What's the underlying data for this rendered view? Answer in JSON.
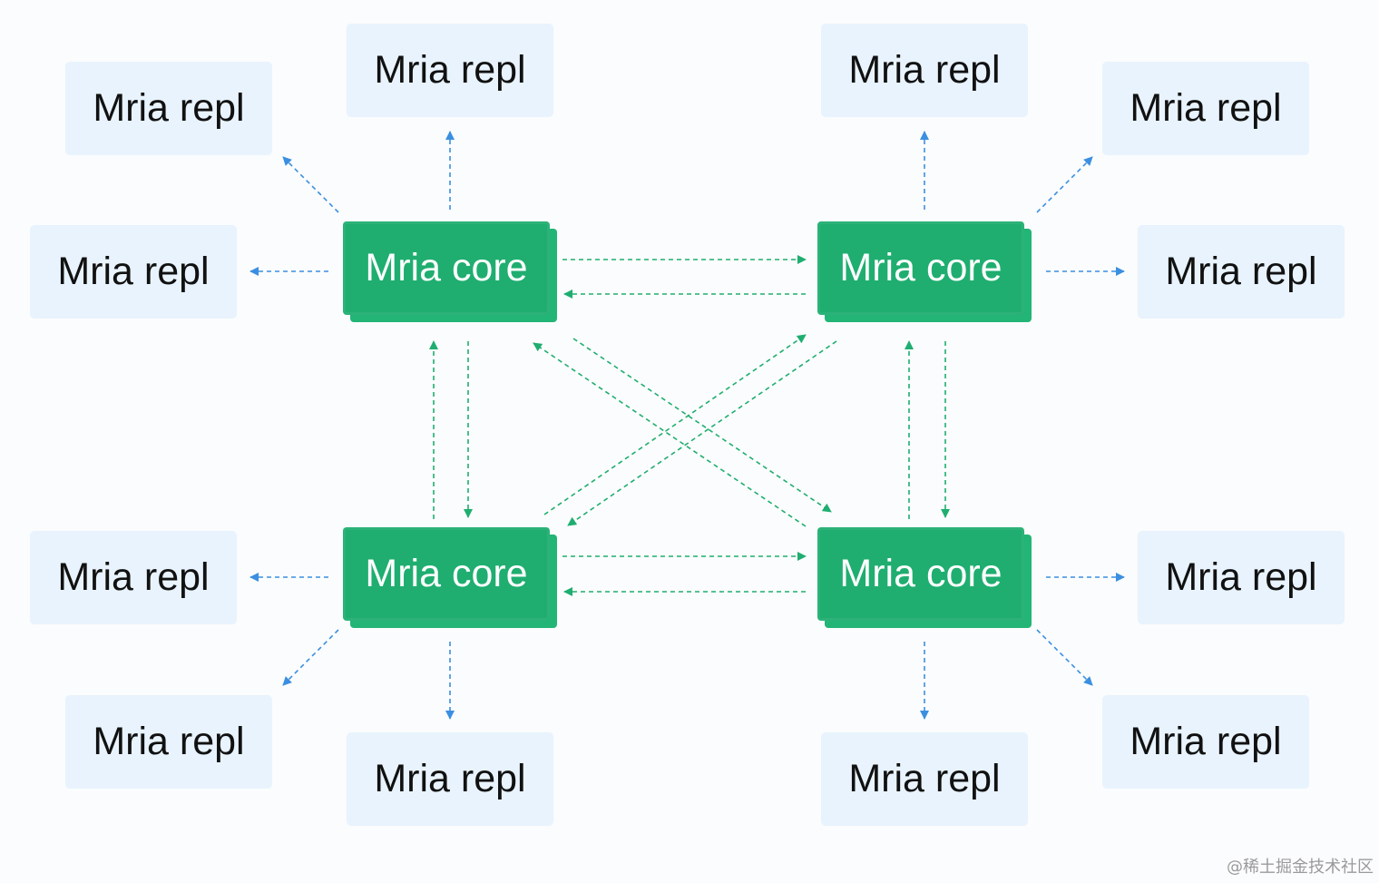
{
  "diagram": {
    "core_label": "Mria core",
    "repl_label": "Mria repl",
    "colors": {
      "core_fill": "#1fae70",
      "core_text": "#ffffff",
      "repl_fill": "#e8f3fd",
      "repl_text": "#111111",
      "core_arrow": "#1fae70",
      "repl_arrow": "#3b8fe0"
    }
  },
  "watermark": "@稀土掘金技术社区"
}
